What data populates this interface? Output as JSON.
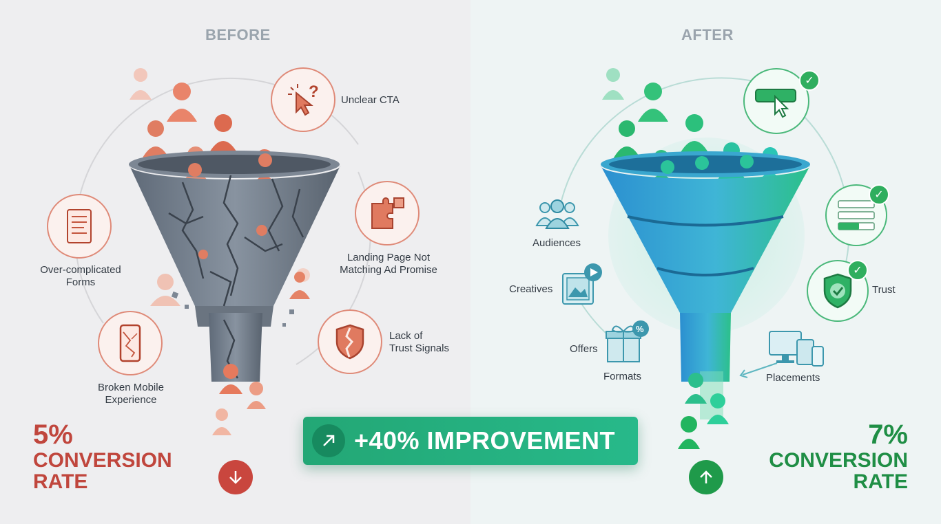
{
  "before": {
    "heading": "BEFORE",
    "issues": {
      "unclear_cta": "Unclear CTA",
      "forms_line1": "Over-complicated",
      "forms_line2": "Forms",
      "landing_line1": "Landing Page Not",
      "landing_line2": "Matching Ad Promise",
      "mobile_line1": "Broken Mobile",
      "mobile_line2": "Experience",
      "trust_line1": "Lack of",
      "trust_line2": "Trust Signals"
    },
    "rate_value": "5%",
    "rate_line1": "CONVERSION",
    "rate_line2": "RATE",
    "trend_icon": "arrow-down-icon"
  },
  "after": {
    "heading": "AFTER",
    "labels": {
      "audiences": "Audiences",
      "creatives": "Creatives",
      "offers": "Offers",
      "formats": "Formats",
      "placements": "Placements",
      "trust": "Trust"
    },
    "rate_value": "7%",
    "rate_line1": "CONVERSION",
    "rate_line2": "RATE",
    "trend_icon": "arrow-up-icon"
  },
  "banner": {
    "text": "+40% IMPROVEMENT",
    "icon": "arrow-up-right-icon"
  },
  "colors": {
    "before_accent": "#c0463d",
    "after_accent": "#1f8e45",
    "banner": "#23a775"
  }
}
